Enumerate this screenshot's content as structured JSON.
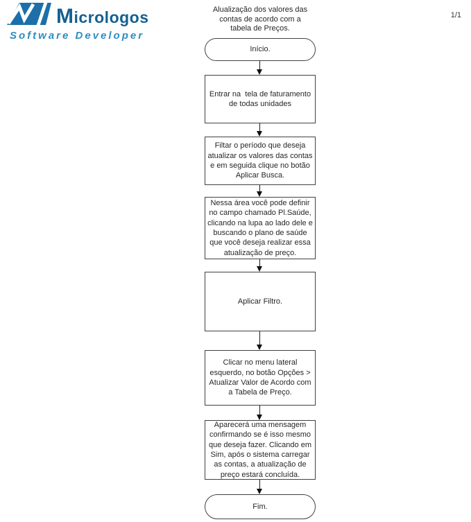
{
  "page": {
    "page_number": "1/1"
  },
  "logo": {
    "name": "Micrologos",
    "tagline": "Software Developer",
    "colors": {
      "icon_blue": "#1d6fa9",
      "wordmark_blue": "#156090",
      "tagline_blue": "#2f8cc1"
    }
  },
  "title": {
    "lines": [
      "Alualização dos valores das",
      "contas de acordo com a",
      "tabela de Preços."
    ]
  },
  "flowchart": {
    "nodes": [
      {
        "type": "terminator",
        "text": "Início."
      },
      {
        "type": "process",
        "text": "Entrar na  tela de faturamento de todas unidades"
      },
      {
        "type": "process",
        "text": "Filtar o período que deseja atualizar os valores das contas e em seguida clique no botão Aplicar Busca."
      },
      {
        "type": "process",
        "text": "Nessa área você pode definir no campo chamado Pl.Saúde, clicando na lupa ao lado dele e buscando o plano de saúde que você deseja realizar essa atualização de preço."
      },
      {
        "type": "process",
        "text": "Aplicar Filtro."
      },
      {
        "type": "process",
        "text": "Clicar no menu lateral esquerdo, no botão Opções > Atualizar Valor de Acordo com a Tabela de Preço."
      },
      {
        "type": "process",
        "text": "Aparecerá uma mensagem confirmando se é isso mesmo que deseja fazer. Clicando em Sim, após o sistema carregar as contas, a atualização de preço estará concluída."
      },
      {
        "type": "terminator",
        "text": "Fim."
      }
    ]
  }
}
